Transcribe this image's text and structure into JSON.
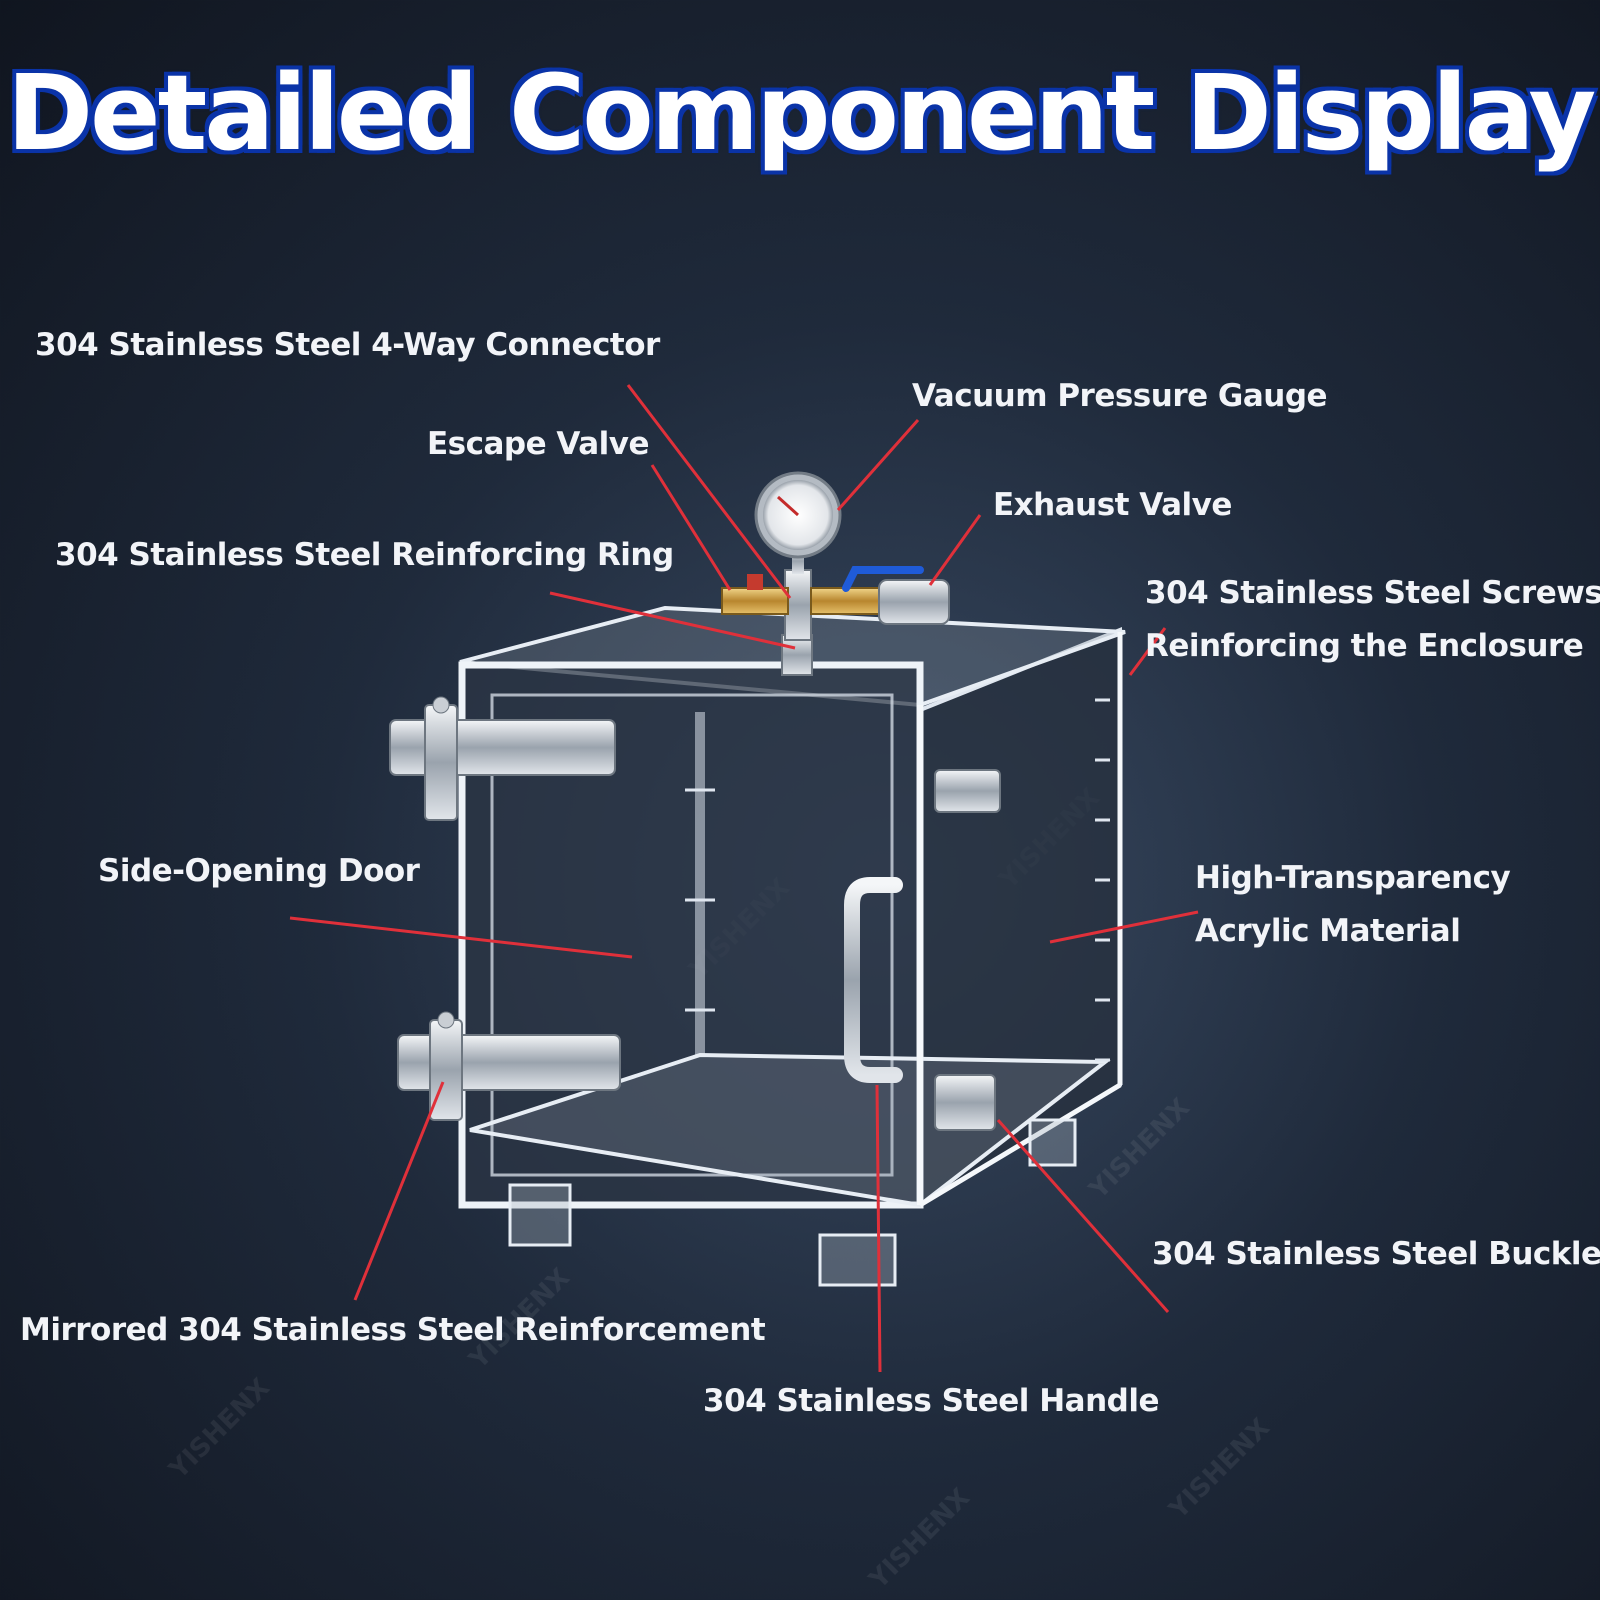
{
  "title": "Detailed Component Display",
  "watermark": "YISHENX",
  "labels": {
    "four_way_connector": "304 Stainless Steel 4-Way Connector",
    "vacuum_gauge": "Vacuum Pressure Gauge",
    "escape_valve": "Escape Valve",
    "exhaust_valve": "Exhaust Valve",
    "reinforcing_ring": "304 Stainless Steel Reinforcing Ring",
    "screws_line1": "304 Stainless Steel Screws",
    "screws_line2": "Reinforcing the Enclosure",
    "side_door": "Side-Opening Door",
    "acrylic_line1": "High-Transparency",
    "acrylic_line2": "Acrylic Material",
    "buckle": "304 Stainless Steel Buckle",
    "mirrored_reinforcement": "Mirrored 304 Stainless Steel Reinforcement",
    "handle": "304 Stainless Steel Handle"
  },
  "colors": {
    "title_fill": "#ffffff",
    "title_outline": "#0b34a8",
    "leader_line": "#e0303a",
    "label_text": "#f2f4f8"
  }
}
